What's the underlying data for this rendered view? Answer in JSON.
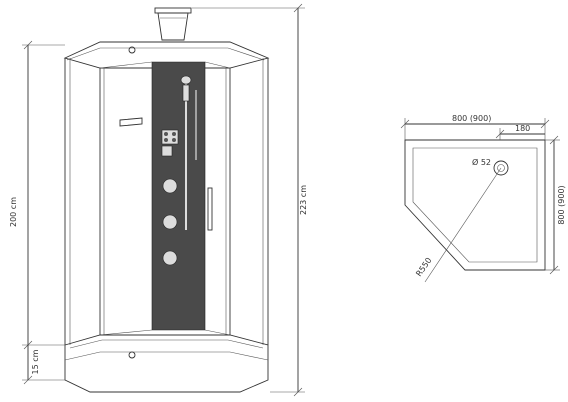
{
  "front_view": {
    "total_height_label": "223 cm",
    "cabin_height_label": "200 cm",
    "tray_height_label": "15 cm"
  },
  "plan_view": {
    "width_label": "800 (900)",
    "depth_label": "800 (900)",
    "corner_label": "180",
    "drain_label": "Ø 52",
    "radius_label": "R550"
  }
}
